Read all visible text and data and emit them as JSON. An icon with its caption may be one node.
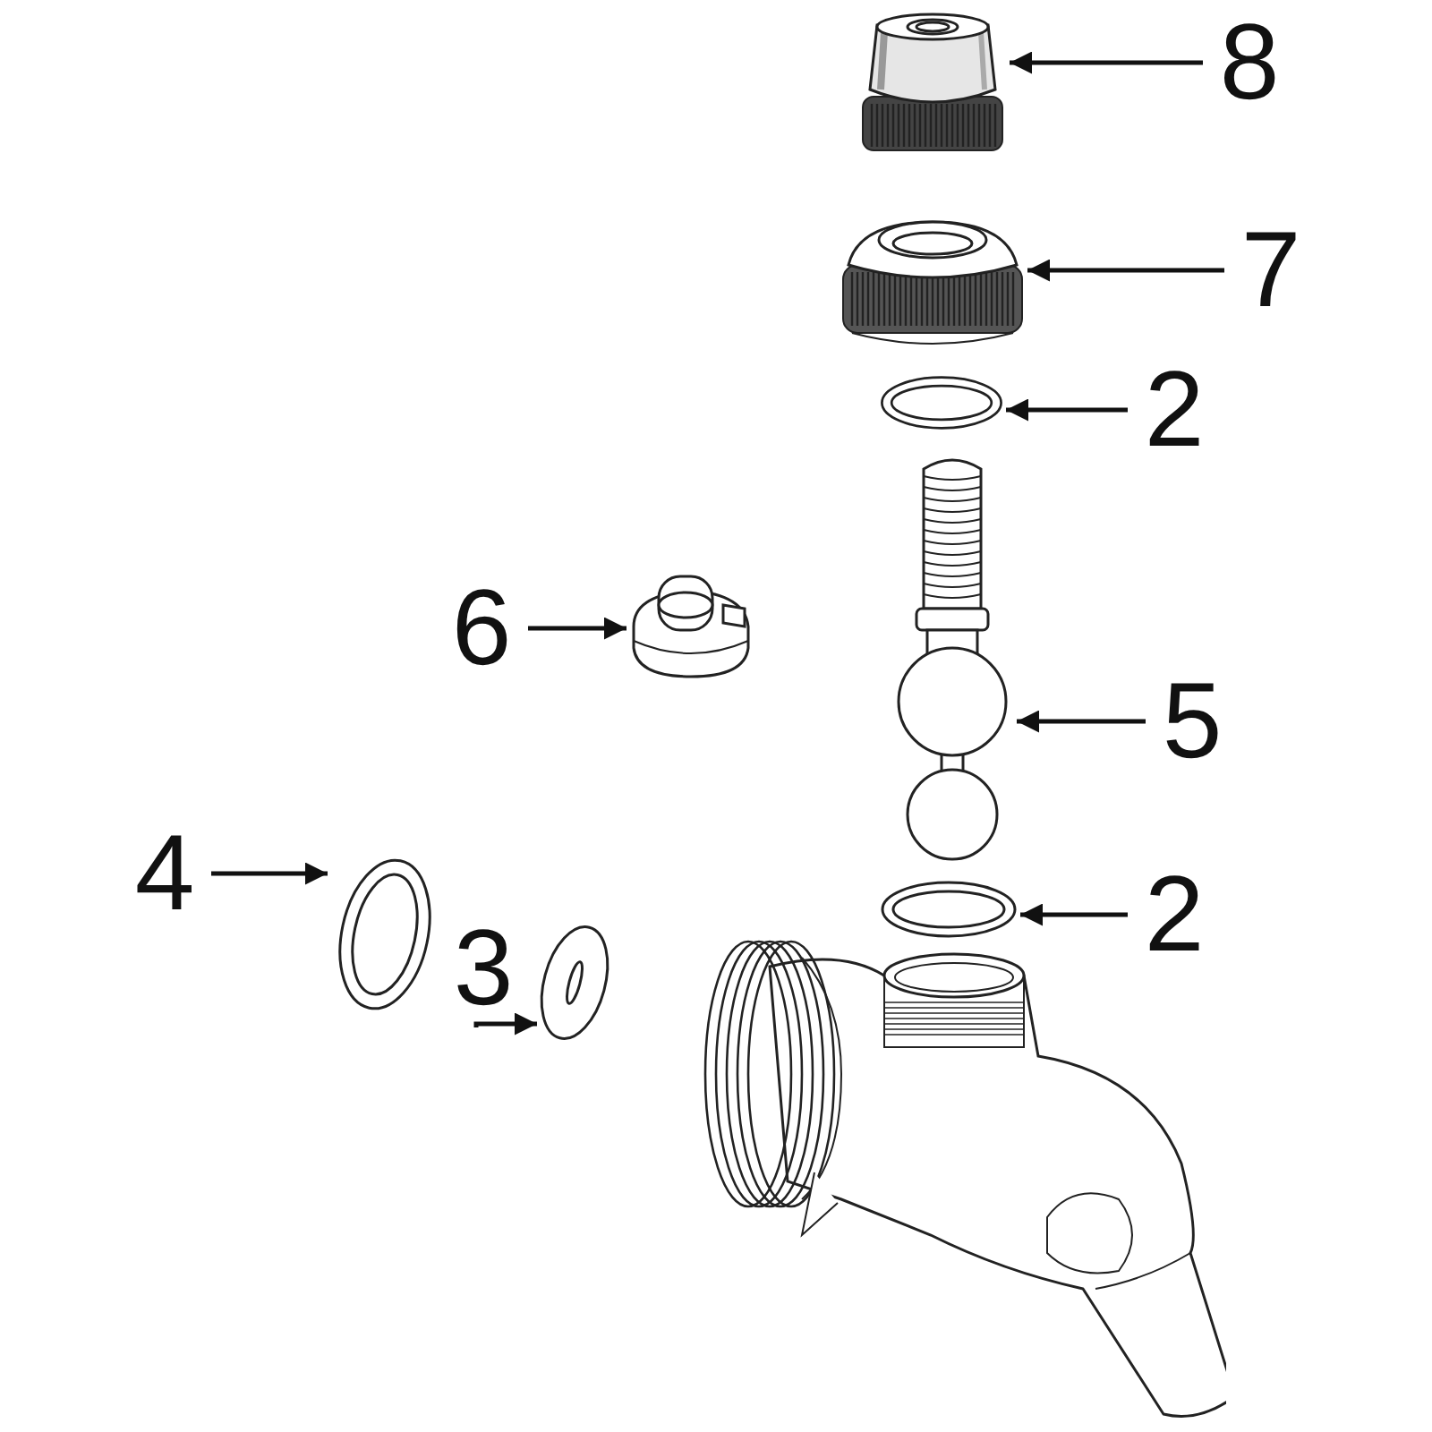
{
  "diagram": {
    "nodes": [
      {
        "text": [
          "8"
        ]
      },
      {
        "text": [],
        "shape": "picture"
      },
      {
        "text": [
          "7"
        ]
      },
      {
        "text": [],
        "shape": "picture"
      },
      {
        "text": [
          "2"
        ]
      },
      {
        "text": [],
        "shape": "picture"
      },
      {
        "text": [
          "6"
        ]
      },
      {
        "text": [],
        "shape": "picture"
      },
      {
        "text": [
          "5"
        ]
      },
      {
        "text": [],
        "shape": "picture"
      },
      {
        "text": [
          "4"
        ]
      },
      {
        "text": [],
        "shape": "picture"
      },
      {
        "text": [
          "3"
        ]
      },
      {
        "text": [],
        "shape": "picture"
      },
      {
        "text": [
          "2"
        ]
      },
      {
        "text": [],
        "shape": "picture"
      }
    ],
    "edges": [
      {
        "from": 0,
        "to": 1,
        "arrow": "to"
      },
      {
        "from": 2,
        "to": 3,
        "arrow": "to"
      },
      {
        "from": 4,
        "to": 5,
        "arrow": "to"
      },
      {
        "from": 6,
        "to": 7,
        "arrow": "to"
      },
      {
        "from": 8,
        "to": 9,
        "arrow": "to"
      },
      {
        "from": 10,
        "to": 11,
        "arrow": "to"
      },
      {
        "from": 12,
        "to": 13,
        "arrow": "to"
      },
      {
        "from": 14,
        "to": 15,
        "arrow": "to"
      }
    ]
  }
}
